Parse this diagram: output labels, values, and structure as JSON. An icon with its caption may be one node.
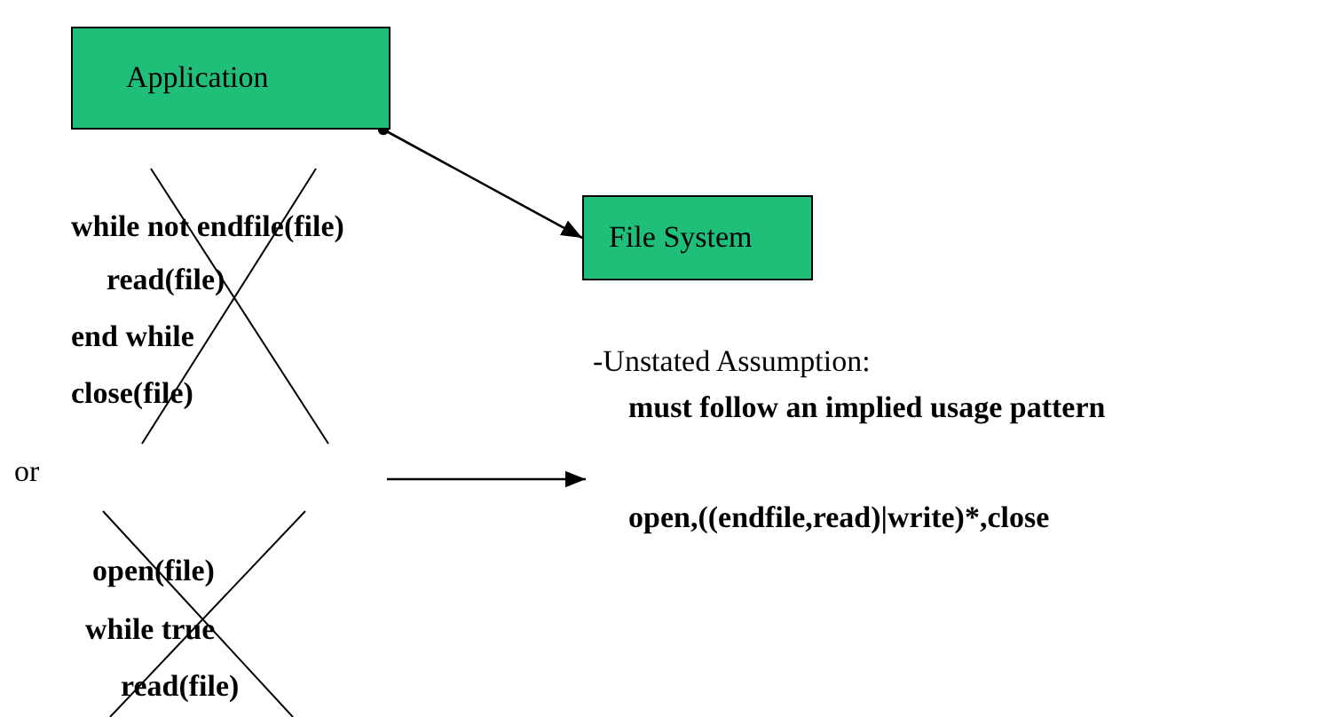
{
  "diagram": {
    "nodes": [
      {
        "text": [
          "Application"
        ]
      },
      {
        "text": [
          "File System"
        ]
      },
      {
        "text": [
          "-Unstated Assumption:",
          "must follow an implied usage pattern",
          "open,((endfile,read)|write)*,close"
        ]
      }
    ],
    "edges": [
      {
        "from": 0,
        "to": 1,
        "arrow": "to"
      },
      {
        "from": null,
        "to": 2,
        "arrow": "to"
      }
    ],
    "labels": [
      "while not endfile(file)",
      "read(file)",
      "end while",
      "close(file)",
      "or",
      "open(file)",
      "while true",
      "read(file)"
    ]
  }
}
